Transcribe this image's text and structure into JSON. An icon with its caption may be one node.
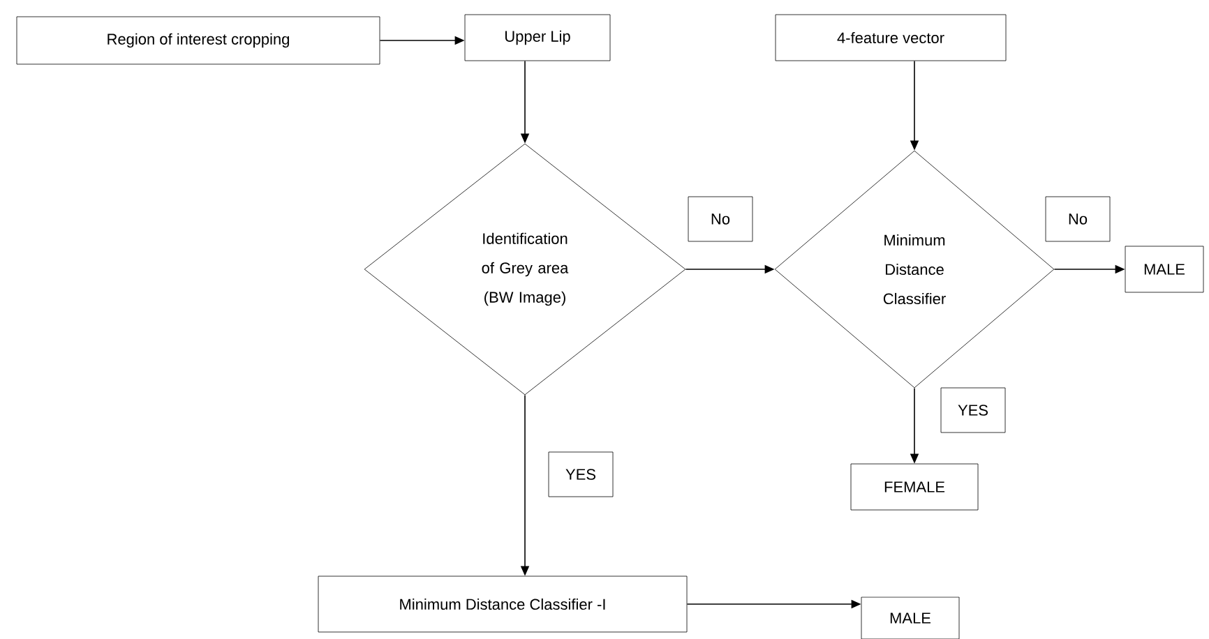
{
  "diagram": {
    "nodes": [
      {
        "text": [
          "Region of interest cropping"
        ]
      },
      {
        "text": [
          "Upper Lip"
        ]
      },
      {
        "text": [
          "4-feature vector"
        ]
      },
      {
        "text": [
          "Identification of Grey area (BW Image)"
        ]
      },
      {
        "text": [
          "Minimum Distance Classifier"
        ]
      },
      {
        "text": [
          "MALE"
        ]
      },
      {
        "text": [
          "FEMALE"
        ]
      },
      {
        "text": [
          "Minimum Distance Classifier -I"
        ]
      },
      {
        "text": [
          "MALE"
        ]
      }
    ],
    "edges": [
      {
        "from": 0,
        "to": 1,
        "arrow": "to"
      },
      {
        "from": 1,
        "to": 3,
        "arrow": "to"
      },
      {
        "from": 2,
        "to": 4,
        "arrow": "to"
      },
      {
        "from": 3,
        "to": 4,
        "arrow": "to",
        "label": "No"
      },
      {
        "from": 4,
        "to": 5,
        "arrow": "to",
        "label": "No"
      },
      {
        "from": 4,
        "to": 6,
        "arrow": "to",
        "label": "YES"
      },
      {
        "from": 3,
        "to": 7,
        "arrow": "to",
        "label": "YES"
      },
      {
        "from": 7,
        "to": 8,
        "arrow": "to"
      }
    ]
  }
}
